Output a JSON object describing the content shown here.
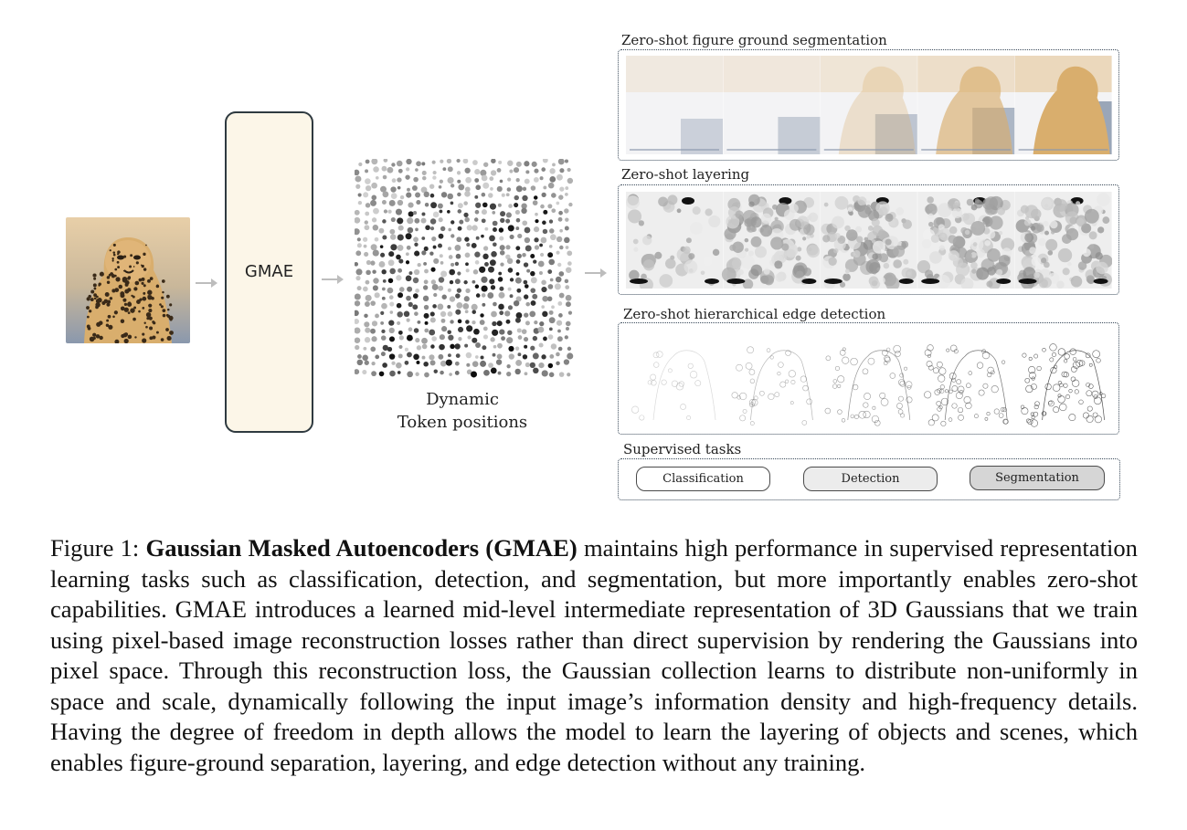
{
  "figure": {
    "encoder_label": "GMAE",
    "token_caption_line1": "Dynamic",
    "token_caption_line2": "Token positions",
    "sections": {
      "segmentation_title": "Zero-shot figure ground segmentation",
      "layering_title": "Zero-shot layering",
      "edge_title": "Zero-shot hierarchical edge detection",
      "supervised_title": "Supervised tasks"
    },
    "supervised_tasks": [
      "Classification",
      "Detection",
      "Segmentation"
    ],
    "colors": {
      "encoder_fill": "#fcf6e8",
      "encoder_border": "#2f3a40",
      "frame_border": "#3a4a5a",
      "cheetah_fur": "#d9ae6d",
      "background_blue": "#8a98ad"
    },
    "icons": [
      "cheetah-photo",
      "arrow-right-icon"
    ]
  },
  "caption": {
    "label": "Figure 1:",
    "bold": "Gaussian Masked Autoencoders (GMAE)",
    "text": "maintains high performance in supervised representation learning tasks such as classification, detection, and segmentation, but more importantly enables zero-shot capabilities. GMAE introduces a learned mid-level intermediate representation of 3D Gaussians that we train using pixel-based image reconstruction losses rather than direct supervision by rendering the Gaussians into pixel space. Through this reconstruction loss, the Gaussian collection learns to distribute non-uniformly in space and scale, dynamically following the input image’s information density and high-frequency details. Having the degree of freedom in depth allows the model to learn the layering of objects and scenes, which enables figure-ground separation, layering, and edge detection without any training."
  }
}
